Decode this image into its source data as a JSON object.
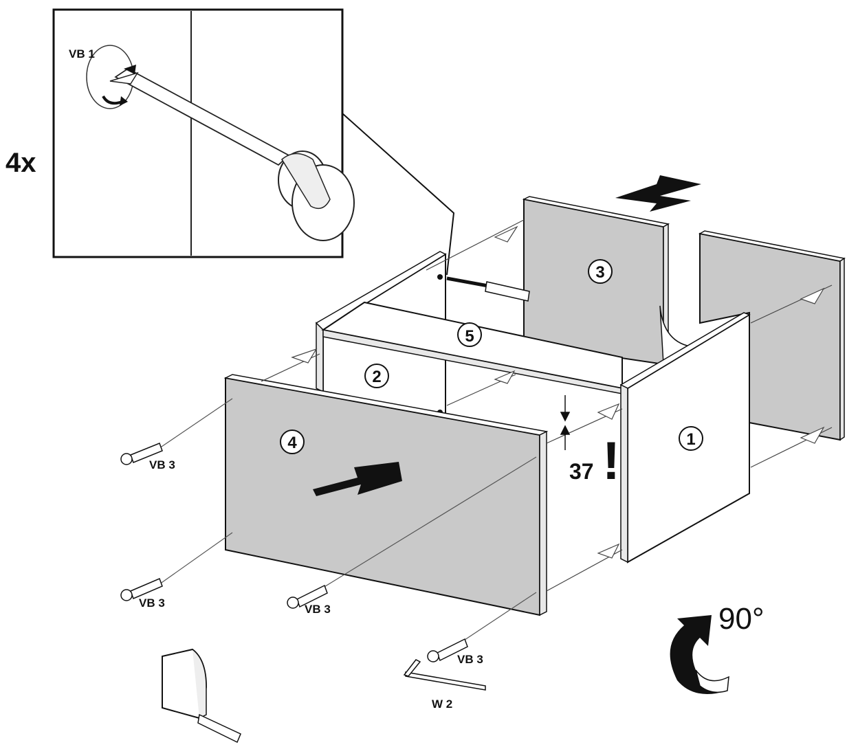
{
  "detail": {
    "multiplier": "4x",
    "fitting_label": "VB 1"
  },
  "panels": [
    {
      "number": "1"
    },
    {
      "number": "2"
    },
    {
      "number": "3"
    },
    {
      "number": "4"
    },
    {
      "number": "5"
    }
  ],
  "fittings": {
    "vb3_a": "VB 3",
    "vb3_b": "VB 3",
    "vb3_c": "VB 3",
    "vb3_d": "VB 3",
    "wrench": "W 2"
  },
  "measure": {
    "value": "37",
    "warning": "!"
  },
  "rotation": {
    "angle": "90°"
  },
  "colors": {
    "panel_gray": "#c9c9c9",
    "panel_white": "#ffffff",
    "ink": "#111111"
  }
}
